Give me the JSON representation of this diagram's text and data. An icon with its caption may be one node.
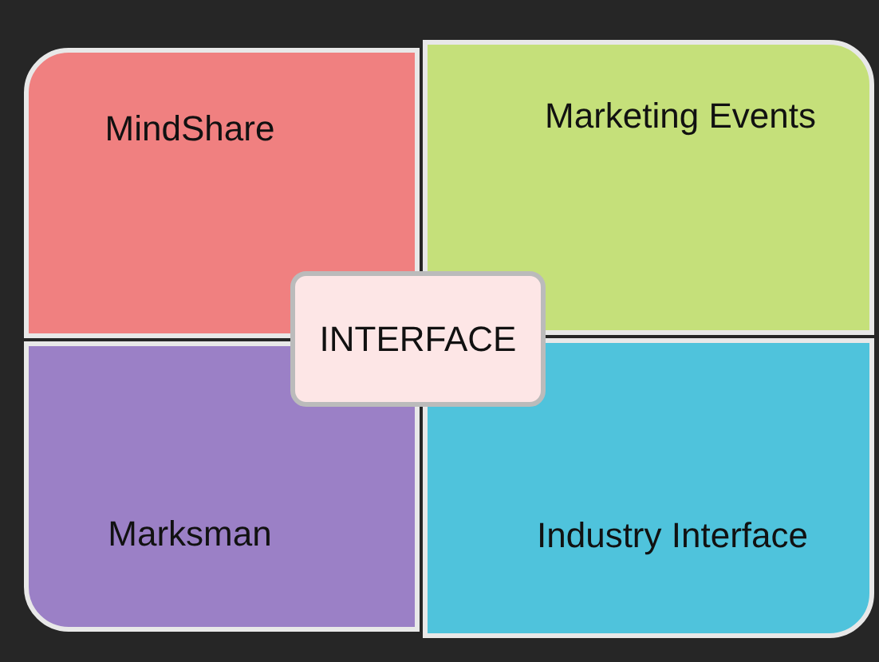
{
  "diagram": {
    "nodes": [
      {
        "text": [
          "MindShare"
        ]
      },
      {
        "text": [
          "Marketing Events"
        ]
      },
      {
        "text": [
          "Marksman"
        ]
      },
      {
        "text": [
          "Industry Interface"
        ]
      },
      {
        "text": [
          "INTERFACE"
        ]
      }
    ]
  }
}
